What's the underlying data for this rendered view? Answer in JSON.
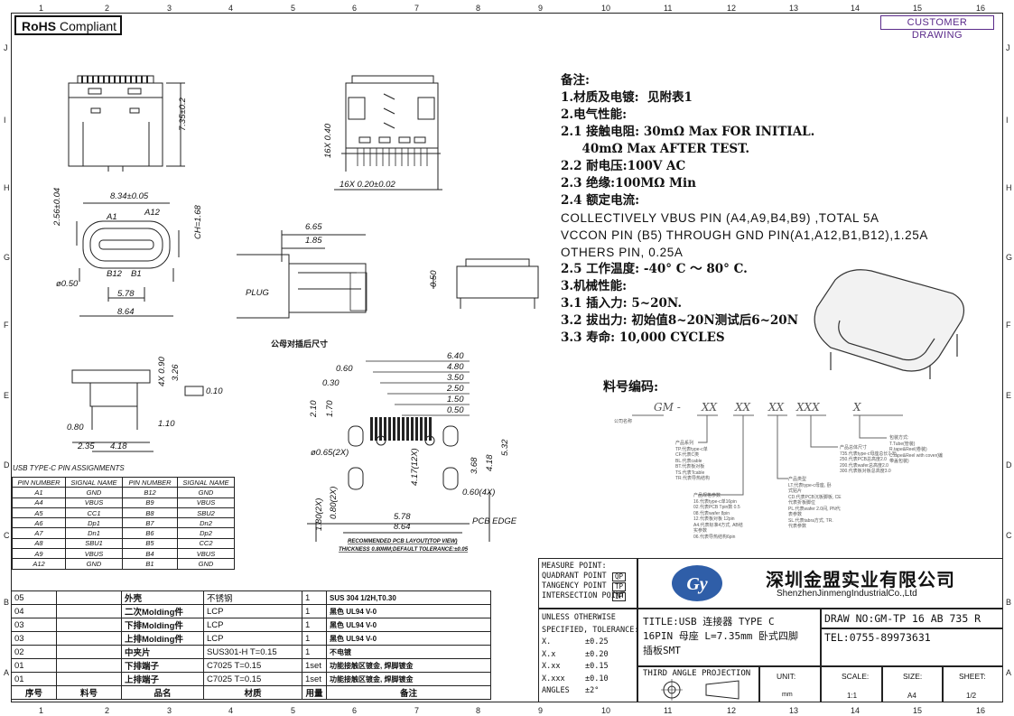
{
  "header": {
    "rohs_bold": "RoHS",
    "rohs_text": "Compliant",
    "customer_drawing": "CUSTOMER DRAWING"
  },
  "zones": {
    "columns": [
      "1",
      "2",
      "3",
      "4",
      "5",
      "6",
      "7",
      "8",
      "9",
      "10",
      "11",
      "12",
      "13",
      "14",
      "15",
      "16"
    ],
    "rows": [
      "J",
      "I",
      "H",
      "G",
      "F",
      "E",
      "D",
      "C",
      "B",
      "A"
    ]
  },
  "notes": {
    "title": "备注:",
    "lines": [
      "1.材质及电镀:  见附表1",
      "2.电气性能:",
      "2.1 接触电阻: 30mΩ Max FOR INITIAL.",
      "     40mΩ Max AFTER TEST.",
      "2.2 耐电压:100V AC",
      "2.3 绝缘:100MΩ Min",
      "2.4 额定电流:"
    ],
    "current_lines": [
      "COLLECTIVELY VBUS PIN (A4,A9,B4,B9) ,TOTAL 5A",
      "VCCON PIN (B5) THROUGH GND PIN(A1,A12,B1,B12),1.25A",
      "OTHERS PIN, 0.25A"
    ],
    "lines2": [
      "2.5 工作温度: -40° C ～ 80° C.",
      "3.机械性能:",
      "3.1 插入力: 5~20N.",
      "3.2 拔出力: 初始值8~20N测试后6~20N",
      "3.3 寿命: 10,000 CYCLES"
    ]
  },
  "part_code": {
    "title": "料号编码:",
    "segments": [
      "GM -",
      "XX",
      "XX",
      "XX",
      "XXX",
      "X"
    ],
    "company_label": "公司名称",
    "legend_1": [
      "产品系列",
      "TP.代表type-c单",
      "CF.代表C类",
      "BL.代表cable",
      "BT.代表板对板",
      "TS.代表Tcable",
      "TR.代表导热结构"
    ],
    "legend_2": [
      "产品规格参数",
      "16.代表type-c单16pin",
      "02.代表PCB Tpin数 0.5",
      "08.代表wafer 8pin",
      "12.代表板对板 12pin",
      "A4.代表标准4方式, AB结",
      "实参数",
      "06.代表导热结构6pin"
    ],
    "legend_3": [
      "产品类型",
      "LT.代表type-c母座, 卧",
      "式贴片",
      "CD.代表PCB沉板脚板, CE",
      "代表折板脚位",
      "PL.代表wafer 2.0间, PN代",
      "表参数",
      "SL.代表tabra方式, TR.",
      "代表参数"
    ],
    "legend_4": [
      "产品总体尺寸",
      "735.代表type-c母座总长7.35",
      "250.代表PCB总高度2.0",
      "200.代表wafer总高度2.0",
      "300.代表板对板总高度3.0"
    ],
    "legend_5": [
      "包装方式:",
      "T.Tube(管装)",
      "R.tape&Reel(卷装)",
      "C.tape&Reel with cover(编",
      "带盖包装)"
    ]
  },
  "drawing_labels": {
    "dim_7_35": "7.35±0.2",
    "dim_16x_040": "16X 0.40",
    "dim_16x_020": "16X 0.20±0.02",
    "dim_8_34": "8.34±0.05",
    "dim_2_56": "2.56±0.04",
    "dim_ch": "CH=1.68",
    "a1": "A1",
    "a12": "A12",
    "b12": "B12",
    "b1": "B1",
    "dim_050": "ø0.50",
    "dim_578": "5.78",
    "dim_864": "8.64",
    "dim_665": "6.65",
    "dim_185": "1.85",
    "plug": "PLUG",
    "mating_caption": "公母对插后尺寸",
    "dim_050b": "0.50",
    "dim_4x090": "4X 0.90",
    "dim_326": "3.26",
    "flatness": "0.10",
    "dim_080": "0.80",
    "dim_110": "1.10",
    "dim_235": "2.35",
    "dim_418": "4.18",
    "pcb_dims_right": [
      "6.40",
      "4.80",
      "3.50",
      "2.50",
      "1.50",
      "0.50"
    ],
    "dim_060": "0.60",
    "dim_030": "0.30",
    "dim_210": "2.10",
    "dim_170": "1.70",
    "dim_065": "ø0.65(2X)",
    "dim_417": "4.17(12X)",
    "dim_368": "3.68",
    "dim_418b": "4.18",
    "dim_532": "5.32",
    "dim_0604x": "0.60(4X)",
    "dim_180": "1.80(2X)",
    "dim_080_2x": "0.80(2X)",
    "dim_578b": "5.78",
    "dim_864b": "8.64",
    "pcb_edge": "PCB EDGE",
    "pcb_layout_title": "RECOMMENDED PCB LAYOUT(TOP VIEW)",
    "pcb_thickness": "THICKNESS 0.80MM;DEFAULT TOLERANCE:±0.05"
  },
  "pin_table": {
    "title": "USB TYPE-C PIN ASSIGNMENTS",
    "headers": [
      "PIN NUMBER",
      "SIGNAL NAME",
      "PIN NUMBER",
      "SIGNAL NAME"
    ],
    "rows": [
      [
        "A1",
        "GND",
        "B12",
        "GND"
      ],
      [
        "A4",
        "VBUS",
        "B9",
        "VBUS"
      ],
      [
        "A5",
        "CC1",
        "B8",
        "SBU2"
      ],
      [
        "A6",
        "Dp1",
        "B7",
        "Dn2"
      ],
      [
        "A7",
        "Dn1",
        "B6",
        "Dp2"
      ],
      [
        "A8",
        "SBU1",
        "B5",
        "CC2"
      ],
      [
        "A9",
        "VBUS",
        "B4",
        "VBUS"
      ],
      [
        "A12",
        "GND",
        "B1",
        "GND"
      ]
    ]
  },
  "bom": {
    "rows": [
      [
        "05",
        "",
        "外壳",
        "不锈钢",
        "1",
        "SUS 304 1/2H,T0.30"
      ],
      [
        "04",
        "",
        "二次Molding件",
        "LCP",
        "1",
        "黑色 UL94 V-0"
      ],
      [
        "03",
        "",
        "下排Molding件",
        "LCP",
        "1",
        "黑色 UL94 V-0"
      ],
      [
        "03",
        "",
        "上排Molding件",
        "LCP",
        "1",
        "黑色 UL94 V-0"
      ],
      [
        "02",
        "",
        "中夹片",
        "SUS301-H T=0.15",
        "1",
        "不电镀"
      ],
      [
        "01",
        "",
        "下排端子",
        "C7025 T=0.15",
        "1set",
        "功能接触区镀金, 焊脚镀金"
      ],
      [
        "01",
        "",
        "上排端子",
        "C7025 T=0.15",
        "1set",
        "功能接触区镀金, 焊脚镀金"
      ]
    ],
    "headers": [
      "序号",
      "料号",
      "品名",
      "材质",
      "用量",
      "备注"
    ]
  },
  "title_block": {
    "measure": [
      "MEASURE POINT:",
      "QUADRANT POINT",
      "TANGENCY POINT",
      "INTERSECTION POINT"
    ],
    "measure_codes": [
      "QP",
      "TP",
      "IP"
    ],
    "tolerance": [
      "UNLESS OTHERWISE",
      "SPECIFIED, TOLERANCE:"
    ],
    "tol_rows": [
      [
        "X.",
        "±0.25"
      ],
      [
        "X.x",
        "±0.20"
      ],
      [
        "X.xx",
        "±0.15"
      ],
      [
        "X.xxx",
        "±0.10"
      ],
      [
        "ANGLES",
        "±2°"
      ]
    ],
    "company_cn": "深圳金盟实业有限公司",
    "company_en": "ShenzhenJinmengIndustrialCo.,Ltd",
    "title_line1": "TITLE:USB 连接器 TYPE C",
    "title_line2": "16PIN 母座 L=7.35mm 卧式四脚",
    "title_line3": "插板SMT",
    "draw_no": "DRAW NO:GM-TP 16 AB 735 R",
    "tel": "TEL:0755-89973631",
    "projection": "THIRD ANGLE PROJECTION",
    "unit_label": "UNIT:",
    "unit_value": "mm",
    "scale_label": "SCALE:",
    "scale_value": "1:1",
    "size_label": "SIZE:",
    "size_value": "A4",
    "sheet_label": "SHEET:",
    "sheet_value": "1/2"
  },
  "colors": {
    "logo_blue": "#2f5ea8",
    "custom_drawing": "#5a2a8a",
    "line": "#222222"
  }
}
